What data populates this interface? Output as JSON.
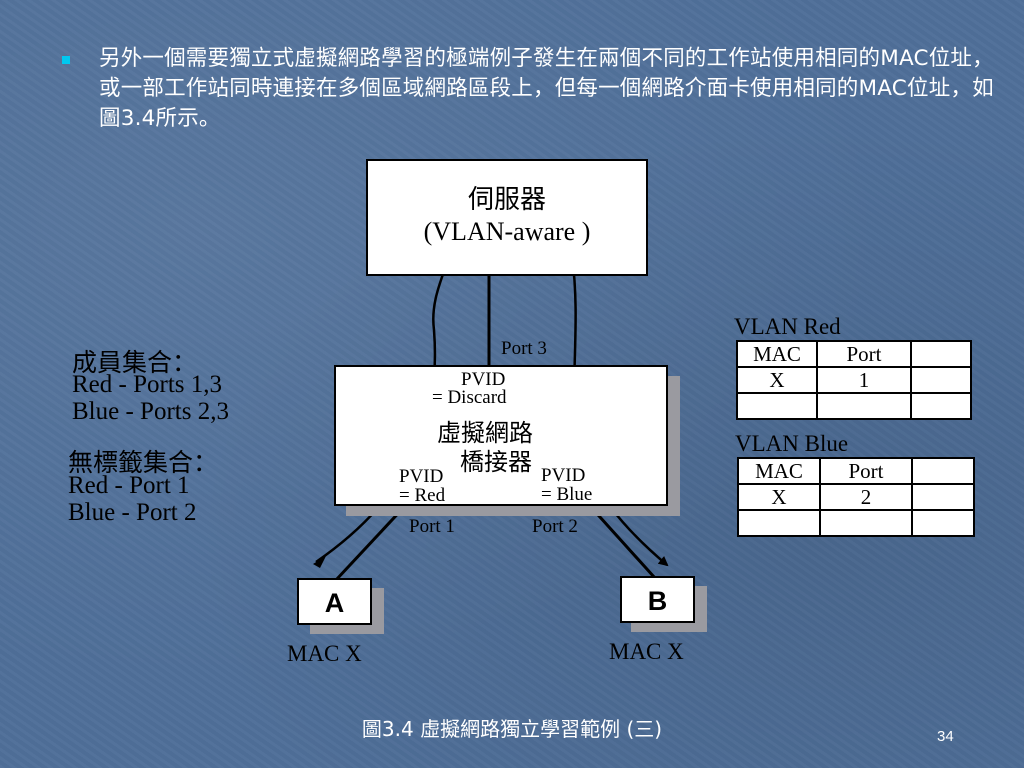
{
  "bullet": {
    "text": "另外一個需要獨立式虛擬網路學習的極端例子發生在兩個不同的工作站使用相同的MAC位址，或一部工作站同時連接在多個區域網路區段上，但每一個網路介面卡使用相同的MAC位址，如圖3.4所示。"
  },
  "server": {
    "line1": "伺服器",
    "line2": "(VLAN-aware )"
  },
  "bridge": {
    "pvid_top_1": "PVID",
    "pvid_top_2": "= Discard",
    "name_1": "虛擬網路",
    "name_2": "橋接器",
    "pvid_left_1": "PVID",
    "pvid_left_2": "= Red",
    "pvid_right_1": "PVID",
    "pvid_right_2": "= Blue"
  },
  "ports": {
    "port3": "Port 3",
    "port1": "Port 1",
    "port2": "Port 2"
  },
  "membership": {
    "title": "成員集合：",
    "red": "Red - Ports 1,3",
    "blue": "Blue - Ports 2,3"
  },
  "untagged": {
    "title": "無標籤集合：",
    "red": "Red - Port 1",
    "blue": "Blue - Port 2"
  },
  "stations": {
    "a_label": "A",
    "a_mac": "MAC  X",
    "b_label": "B",
    "b_mac": "MAC  X"
  },
  "vlan_red": {
    "title": "VLAN Red",
    "headers": [
      "MAC",
      "Port",
      ""
    ],
    "rows": [
      [
        "X",
        "1",
        ""
      ],
      [
        "",
        "",
        ""
      ]
    ]
  },
  "vlan_blue": {
    "title": "VLAN Blue",
    "headers": [
      "MAC",
      "Port",
      ""
    ],
    "rows": [
      [
        "X",
        "2",
        ""
      ],
      [
        "",
        "",
        ""
      ]
    ]
  },
  "caption": "圖3.4 虛擬網路獨立學習範例 (三)",
  "page_number": "34",
  "colors": {
    "background": "#4f6f99",
    "bullet": "#00c8f0",
    "text": "#ffffff"
  }
}
